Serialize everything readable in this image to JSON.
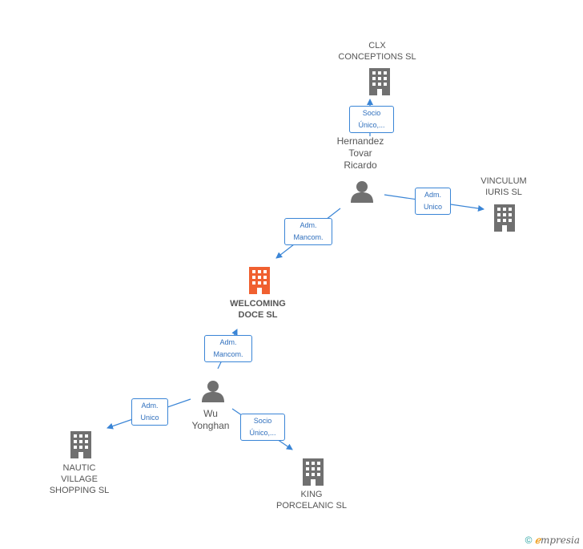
{
  "colors": {
    "company": "#707070",
    "focus_company": "#f06030",
    "person": "#707070",
    "edge": "#3a85d6",
    "tag_text": "#2f6fbd"
  },
  "nodes": {
    "clx": {
      "label": "CLX\nCONCEPTIONS SL",
      "icon": "building-icon"
    },
    "hernandez": {
      "label": "Hernandez\nTovar\nRicardo",
      "icon": "person-icon"
    },
    "vinculum": {
      "label": "VINCULUM\nIURIS SL",
      "icon": "building-icon"
    },
    "welcoming": {
      "label": "WELCOMING\nDOCE SL",
      "icon": "building-icon"
    },
    "wu": {
      "label": "Wu\nYonghan",
      "icon": "person-icon"
    },
    "nautic": {
      "label": "NAUTIC\nVILLAGE\nSHOPPING  SL",
      "icon": "building-icon"
    },
    "king": {
      "label": "KING\nPORCELANIC SL",
      "icon": "building-icon"
    }
  },
  "edges": {
    "hernandez_clx": "Socio\nÚnico,...",
    "hernandez_vinculum": "Adm.\nUnico",
    "hernandez_welcoming": "Adm.\nMancom.",
    "wu_welcoming": "Adm.\nMancom.",
    "wu_nautic": "Adm.\nUnico",
    "wu_king": "Socio\nÚnico,..."
  },
  "footer": {
    "copyright": "©",
    "brand_e": "ℯ",
    "brand_rest": "mpresia"
  }
}
